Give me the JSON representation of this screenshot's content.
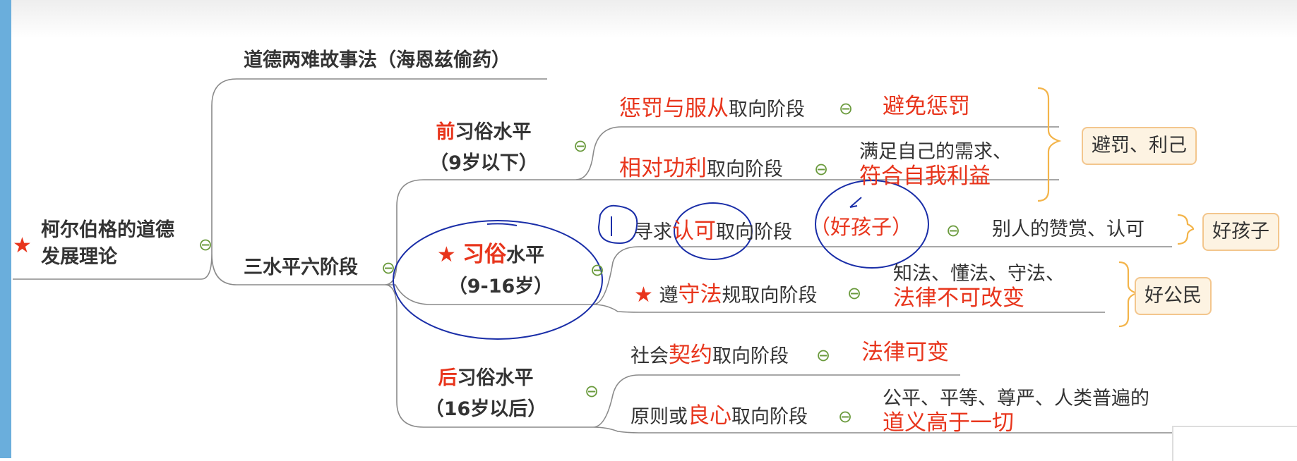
{
  "root": {
    "star": "★",
    "label": "柯尔伯格的道德发展理论"
  },
  "method": "道德两难故事法（海恩兹偷药）",
  "framework": "三水平六阶段",
  "collapse_glyph": "⊖",
  "levels": {
    "pre": {
      "prefix": "前",
      "label": "习俗水平",
      "age": "（9岁以下）"
    },
    "conv": {
      "star": "★",
      "key": "习俗",
      "label": "水平",
      "age": "（9-16岁）"
    },
    "post": {
      "prefix": "后",
      "label": "习俗水平",
      "age": "（16岁以后）"
    }
  },
  "stages": {
    "s1": {
      "key": "惩罚与服从",
      "rest": "取向阶段",
      "result": "避免惩罚"
    },
    "s2": {
      "key": "相对功利",
      "rest": "取向阶段",
      "note1": "满足自己的需求、",
      "note2": "符合自我利益"
    },
    "s3": {
      "pre": "寻求",
      "key": "认可",
      "rest": "取向阶段",
      "paren": "（好孩子）",
      "note": "别人的赞赏、认可"
    },
    "s4": {
      "star": "★",
      "pre": "遵",
      "key": "守法",
      "rest": "规取向阶段",
      "note1": "知法、懂法、守法、",
      "note2": "法律不可改变"
    },
    "s5": {
      "pre": "社会",
      "key": "契约",
      "rest": "取向阶段",
      "result": "法律可变"
    },
    "s6": {
      "pre": "原则或",
      "key": "良心",
      "rest": "取向阶段",
      "note1": "公平、平等、尊严、人类普遍的",
      "note2": "道义高于一切"
    }
  },
  "summaries": {
    "a": "避罚、利己",
    "b": "好孩子",
    "c": "好公民"
  },
  "colors": {
    "accent_red": "#e8351c",
    "collapse_green": "#6a9a3c",
    "ink_blue": "#1a2ea8",
    "tag_fill": "#fdf3e2",
    "tag_border": "#f3c68d",
    "left_bar": "#6aaedc"
  }
}
